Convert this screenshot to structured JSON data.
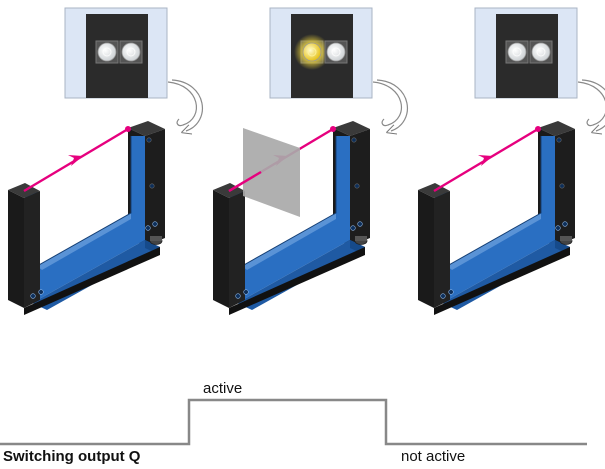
{
  "signal": {
    "active_label": "active",
    "output_label": "Switching output Q",
    "inactive_label": "not active"
  },
  "states": [
    {
      "id": "left",
      "indicator_lit": false,
      "object_present": false
    },
    {
      "id": "middle",
      "indicator_lit": true,
      "object_present": true
    },
    {
      "id": "right",
      "indicator_lit": false,
      "object_present": false
    }
  ],
  "colors": {
    "sensor_body": "#2a6fc2",
    "sensor_frame": "#1a1a1a",
    "beam": "#e6007e",
    "indicator_panel": "#dce6f5",
    "led_on": "#f2d83a",
    "led_off": "#cfd3d6",
    "object": "#a9a9a9",
    "signal_line": "#888888"
  }
}
